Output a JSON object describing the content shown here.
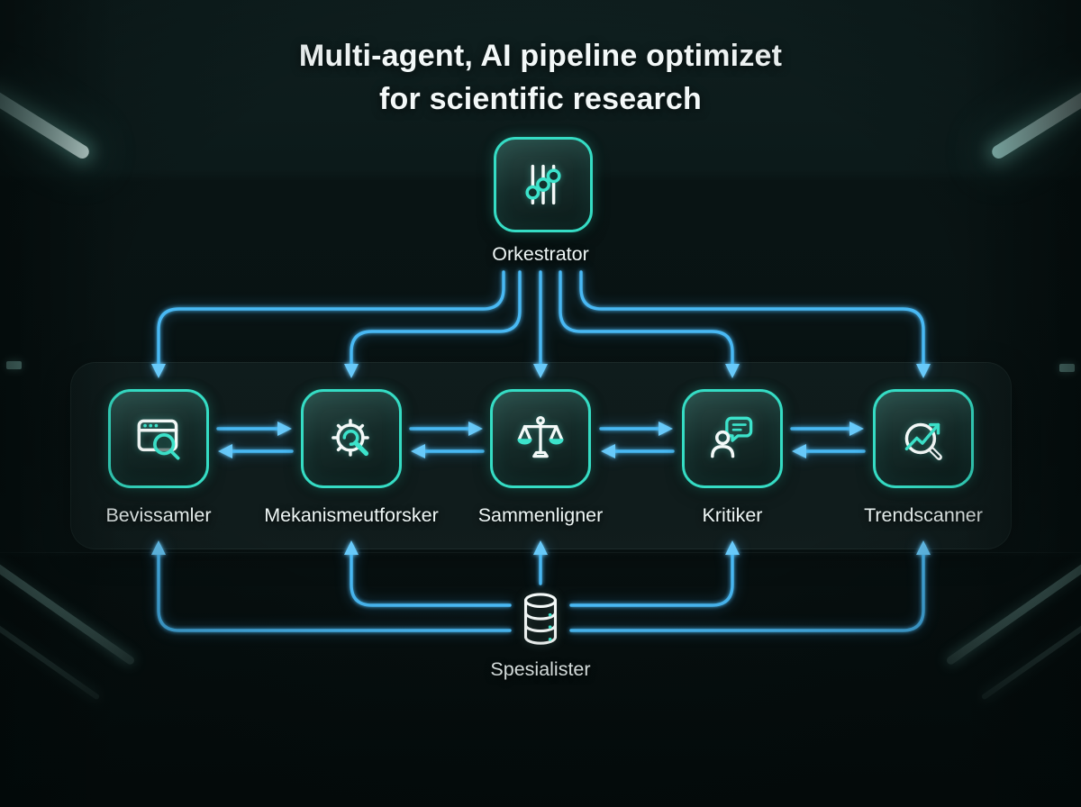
{
  "title": {
    "line1": "Multi-agent, AI pipeline optimizet",
    "line2": "for scientific research"
  },
  "orchestrator": {
    "label": "Orkestrator",
    "icon": "sliders-icon"
  },
  "agents": [
    {
      "label": "Bevissamler",
      "icon": "browser-search-icon"
    },
    {
      "label": "Mekanismeutforsker",
      "icon": "gear-analysis-icon"
    },
    {
      "label": "Sammenligner",
      "icon": "balance-scale-icon"
    },
    {
      "label": "Kritiker",
      "icon": "person-feedback-icon"
    },
    {
      "label": "Trendscanner",
      "icon": "trend-magnifier-icon"
    }
  ],
  "specialists": {
    "label": "Spesialister",
    "icon": "database-icon"
  },
  "connections": {
    "orchestrator_to_agents": [
      "Bevissamler",
      "Mekanismeutforsker",
      "Sammenligner",
      "Kritiker",
      "Trendscanner"
    ],
    "agent_chain_bidirectional": [
      [
        "Bevissamler",
        "Mekanismeutforsker"
      ],
      [
        "Mekanismeutforsker",
        "Sammenligner"
      ],
      [
        "Sammenligner",
        "Kritiker"
      ],
      [
        "Kritiker",
        "Trendscanner"
      ]
    ],
    "specialists_to_agents": [
      "Bevissamler",
      "Mekanismeutforsker",
      "Sammenligner",
      "Kritiker",
      "Trendscanner"
    ]
  },
  "colors": {
    "accent_teal": "#35dcc4",
    "arrow_blue": "#49b9f4",
    "icon_white": "#f4f9f8",
    "background_dark": "#081212",
    "label_text": "#eef6f5"
  }
}
